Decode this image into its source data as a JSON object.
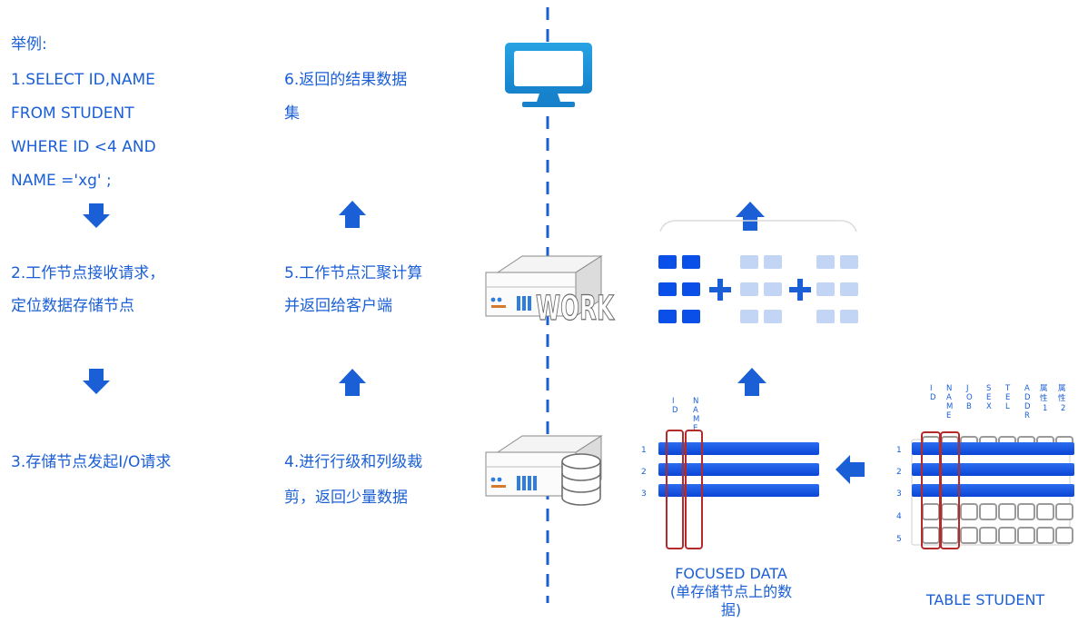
{
  "example": {
    "heading": "举例:",
    "lines": [
      "1.SELECT ID,NAME",
      "FROM STUDENT",
      "WHERE ID <4 AND",
      "NAME ='xg' ;"
    ]
  },
  "steps": {
    "step2": [
      "2.工作节点接收请求，",
      "定位数据存储节点"
    ],
    "step3": [
      "3.存储节点发起I/O请求"
    ],
    "step4": [
      "4.进行行级和列级裁",
      "剪，返回少量数据"
    ],
    "step5": [
      "5.工作节点汇聚计算",
      "并返回给客户端"
    ],
    "step6": [
      "6.返回的结果数据",
      "集"
    ]
  },
  "server_label": "WORK",
  "focused": {
    "caption": [
      "FOCUSED DATA",
      "(单存储节点上的数",
      "据)"
    ],
    "col_headers": [
      "ID",
      "NAME"
    ],
    "row_labels": [
      "1",
      "2",
      "3"
    ]
  },
  "table": {
    "caption": "TABLE STUDENT",
    "col_headers": [
      "ID",
      "NAME",
      "JOB",
      "SEX",
      "TEL",
      "ADDR",
      "属性1",
      "属性2"
    ],
    "row_labels": [
      "1",
      "2",
      "3",
      "4",
      "5"
    ]
  },
  "colors": {
    "accent": "#1a5fd6",
    "highlight": "#0a4fe8",
    "light_block": "#c2d5f4",
    "frame": "#b52a2a"
  }
}
